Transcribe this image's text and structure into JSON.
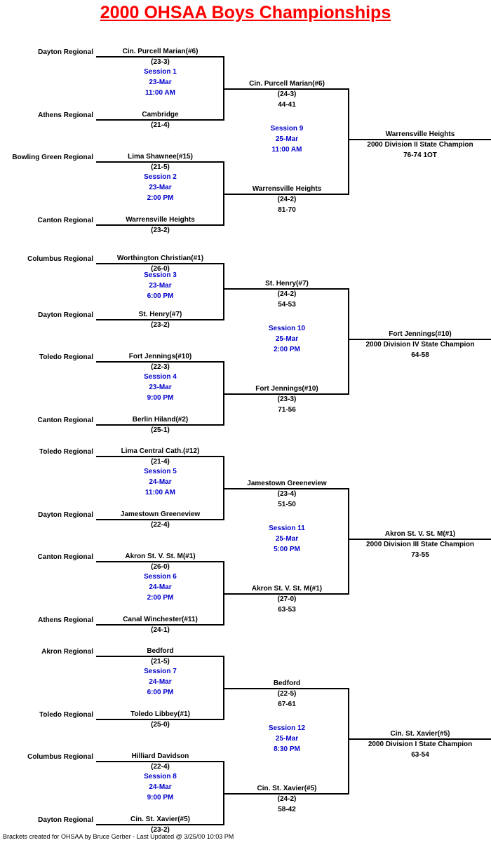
{
  "title": "2000 OHSAA Boys Championships",
  "footer": "Brackets created for OHSAA by Bruce Gerber - Last Updated @ 3/25/00 10:03 PM",
  "colors": {
    "title": "#FF0000",
    "session": "#0000CC",
    "text": "#000000",
    "line": "#000000",
    "background": "#FFFFFF"
  },
  "bracket": {
    "round1": [
      {
        "top_region": "Dayton Regional",
        "top_team": "Cin. Purcell Marian(#6)",
        "top_record": "(23-3)",
        "session": "Session 1",
        "date": "23-Mar",
        "time": "11:00 AM",
        "bottom_region": "Athens Regional",
        "bottom_team": "Cambridge",
        "bottom_record": "(21-4)"
      },
      {
        "top_region": "Bowling Green Regional",
        "top_team": "Lima Shawnee(#15)",
        "top_record": "(21-5)",
        "session": "Session 2",
        "date": "23-Mar",
        "time": "2:00 PM",
        "bottom_region": "Canton Regional",
        "bottom_team": "Warrensville Heights",
        "bottom_record": "(23-2)"
      },
      {
        "top_region": "Columbus Regional",
        "top_team": "Worthington Christian(#1)",
        "top_record": "(26-0)",
        "session": "Session 3",
        "date": "23-Mar",
        "time": "6:00 PM",
        "bottom_region": "Dayton Regional",
        "bottom_team": "St. Henry(#7)",
        "bottom_record": "(23-2)"
      },
      {
        "top_region": "Toledo Regional",
        "top_team": "Fort Jennings(#10)",
        "top_record": "(22-3)",
        "session": "Session 4",
        "date": "23-Mar",
        "time": "9:00 PM",
        "bottom_region": "Canton Regional",
        "bottom_team": "Berlin Hiland(#2)",
        "bottom_record": "(25-1)"
      },
      {
        "top_region": "Toledo Regional",
        "top_team": "Lima Central Cath.(#12)",
        "top_record": "(21-4)",
        "session": "Session 5",
        "date": "24-Mar",
        "time": "11:00 AM",
        "bottom_region": "Dayton Regional",
        "bottom_team": "Jamestown Greeneview",
        "bottom_record": "(22-4)"
      },
      {
        "top_region": "Canton Regional",
        "top_team": "Akron St. V. St. M(#1)",
        "top_record": "(26-0)",
        "session": "Session 6",
        "date": "24-Mar",
        "time": "2:00 PM",
        "bottom_region": "Athens Regional",
        "bottom_team": "Canal Winchester(#11)",
        "bottom_record": "(24-1)"
      },
      {
        "top_region": "Akron Regional",
        "top_team": "Bedford",
        "top_record": "(21-5)",
        "session": "Session 7",
        "date": "24-Mar",
        "time": "6:00 PM",
        "bottom_region": "Toledo Regional",
        "bottom_team": "Toledo Libbey(#1)",
        "bottom_record": "(25-0)"
      },
      {
        "top_region": "Columbus Regional",
        "top_team": "Hilliard Davidson",
        "top_record": "(22-4)",
        "session": "Session 8",
        "date": "24-Mar",
        "time": "9:00 PM",
        "bottom_region": "Dayton Regional",
        "bottom_team": "Cin. St. Xavier(#5)",
        "bottom_record": "(23-2)"
      }
    ],
    "round2": [
      {
        "top_team": "Cin. Purcell Marian(#6)",
        "top_record": "(24-3)",
        "top_score": "44-41",
        "session": "Session 9",
        "date": "25-Mar",
        "time": "11:00 AM",
        "bottom_team": "Warrensville Heights",
        "bottom_record": "(24-2)",
        "bottom_score": "81-70"
      },
      {
        "top_team": "St. Henry(#7)",
        "top_record": "(24-2)",
        "top_score": "54-53",
        "session": "Session 10",
        "date": "25-Mar",
        "time": "2:00 PM",
        "bottom_team": "Fort Jennings(#10)",
        "bottom_record": "(23-3)",
        "bottom_score": "71-56"
      },
      {
        "top_team": "Jamestown Greeneview",
        "top_record": "(23-4)",
        "top_score": "51-50",
        "session": "Session 11",
        "date": "25-Mar",
        "time": "5:00 PM",
        "bottom_team": "Akron St. V. St. M(#1)",
        "bottom_record": "(27-0)",
        "bottom_score": "63-53"
      },
      {
        "top_team": "Bedford",
        "top_record": "(22-5)",
        "top_score": "67-61",
        "session": "Session 12",
        "date": "25-Mar",
        "time": "8:30 PM",
        "bottom_team": "Cin. St. Xavier(#5)",
        "bottom_record": "(24-2)",
        "bottom_score": "58-42"
      }
    ],
    "champions": [
      {
        "team": "Warrensville Heights",
        "title": "2000 Division II State Champion",
        "score": "76-74 1OT"
      },
      {
        "team": "Fort Jennings(#10)",
        "title": "2000 Division IV State Champion",
        "score": "64-58"
      },
      {
        "team": "Akron St. V. St. M(#1)",
        "title": "2000 Division III State Champion",
        "score": "73-55"
      },
      {
        "team": "Cin. St. Xavier(#5)",
        "title": "2000 Division I State Champion",
        "score": "63-54"
      }
    ]
  }
}
